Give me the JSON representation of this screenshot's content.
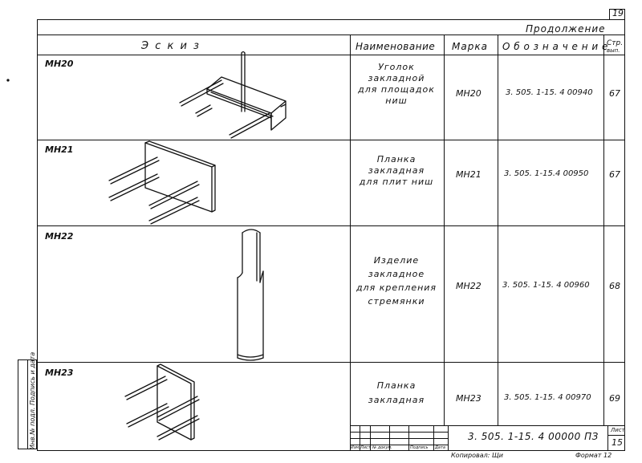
{
  "sheet": {
    "page_number": "19",
    "continuation": "Продолжение",
    "sheet_label": "Лист",
    "sheet_number": "15",
    "format_label": "Формат 12",
    "copied_label": "Копировал: Щи"
  },
  "headers": {
    "sketch": "Э с к и з",
    "name": "Наименование",
    "mark": "Марка",
    "designation": "О б о з н а ч е н и е",
    "page": "Стр.",
    "page2": "вып."
  },
  "rows": [
    {
      "id": "МН20",
      "name": [
        "Уголок",
        "закладной",
        "для площадок",
        "ниш"
      ],
      "mark": "МН20",
      "designation": "3. 505. 1-15. 4  00940",
      "page": "67"
    },
    {
      "id": "МН21",
      "name": [
        "Планка",
        "закладная",
        "для плит ниш"
      ],
      "mark": "МН21",
      "designation": "3. 505. 1-15.4  00950",
      "page": "67"
    },
    {
      "id": "МН22",
      "name": [
        "Изделие",
        "закладное",
        "для крепления",
        "стремянки"
      ],
      "mark": "МН22",
      "designation": "3. 505. 1-15. 4  00960",
      "page": "68"
    },
    {
      "id": "МН23",
      "name": [
        "Планка",
        "закладная"
      ],
      "mark": "МН23",
      "designation": "3. 505. 1-15. 4  00970",
      "page": "69"
    }
  ],
  "title_block": {
    "document_code": "3. 505. 1-15. 4   00000 ПЗ",
    "columns": [
      "Изм.",
      "Лист",
      "№ докум.",
      "Подпись",
      "Дата"
    ]
  },
  "side_stamp": "Инв.№ подл. Подпись и дата"
}
